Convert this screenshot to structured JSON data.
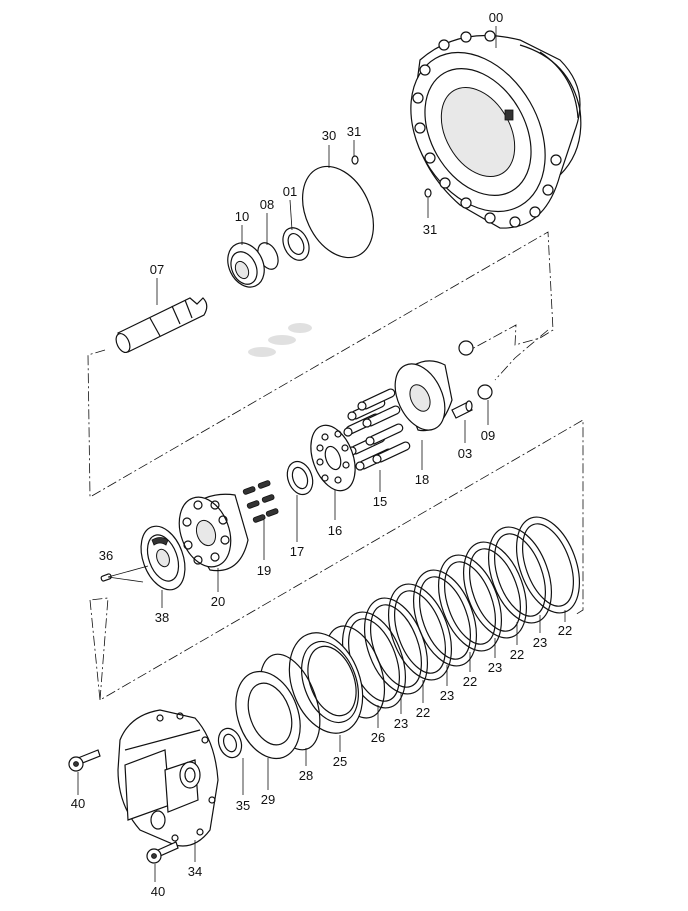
{
  "labels": {
    "p00": "00",
    "p01": "01",
    "p03": "03",
    "p07": "07",
    "p08": "08",
    "p09": "09",
    "p10": "10",
    "p15": "15",
    "p16": "16",
    "p17": "17",
    "p18": "18",
    "p19": "19",
    "p20": "20",
    "p22a": "22",
    "p22b": "22",
    "p22c": "22",
    "p22d": "22",
    "p22e": "22",
    "p23a": "23",
    "p23b": "23",
    "p23c": "23",
    "p23d": "23",
    "p23e": "23",
    "p25": "25",
    "p26": "26",
    "p28": "28",
    "p29": "29",
    "p30": "30",
    "p31a": "31",
    "p31b": "31",
    "p34": "34",
    "p35": "35",
    "p36": "36",
    "p38": "38",
    "p40a": "40",
    "p40b": "40"
  }
}
